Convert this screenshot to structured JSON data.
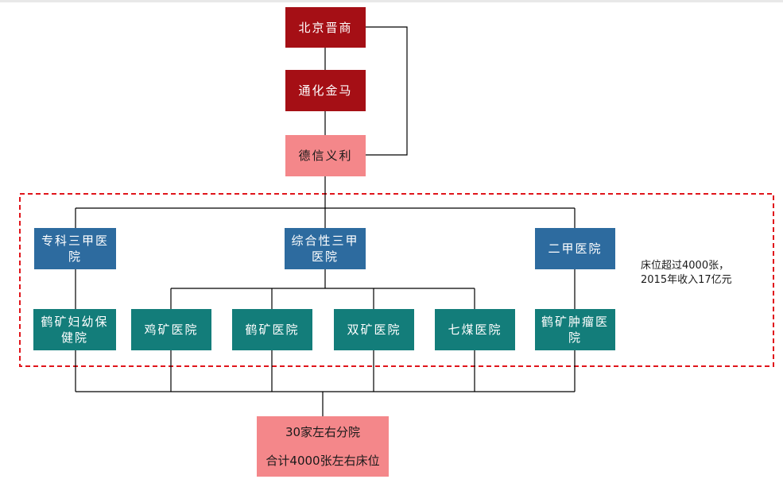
{
  "owners": {
    "beijing_jinshang": "北京晋商",
    "tonghua_jinma": "通化金马",
    "dexin_yili": "德信义利"
  },
  "categories": {
    "specialty": "专科三甲医院",
    "general": "综合性三甲医院",
    "second_class": "二甲医院"
  },
  "hospitals": {
    "maternal_child": "鹤矿妇幼保健院",
    "jixi_mine": "鸡矿医院",
    "hegang_mine": "鹤矿医院",
    "shuangya_mine": "双矿医院",
    "qimei": "七煤医院",
    "tumor": "鹤矿肿瘤医院"
  },
  "bottom": {
    "line1": "30家左右分院",
    "line2": "合计4000张左右床位"
  },
  "annotation": {
    "line1": "床位超过4000张，",
    "line2": "2015年收入17亿元"
  },
  "colors": {
    "dark_red": "#a50f15",
    "pink": "#f4878a",
    "blue": "#2d6b9f",
    "teal": "#137d7a",
    "dashed_border": "#e0151b"
  }
}
